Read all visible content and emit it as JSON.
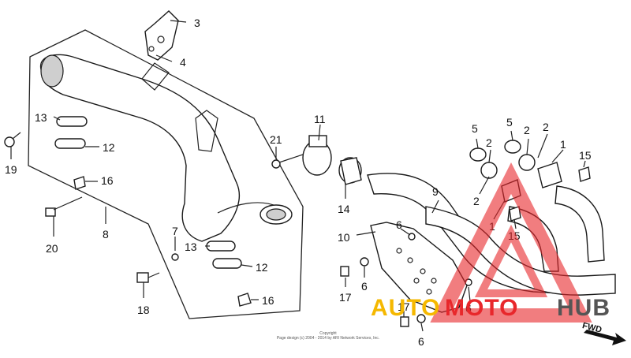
{
  "callouts": [
    "1",
    "1",
    "2",
    "2",
    "2",
    "3",
    "4",
    "5",
    "5",
    "6",
    "6",
    "6",
    "6",
    "7",
    "8",
    "9",
    "10",
    "11",
    "12",
    "12",
    "13",
    "13",
    "14",
    "15",
    "15",
    "16",
    "16",
    "17",
    "17",
    "18",
    "19",
    "20",
    "21"
  ],
  "direction_label": "FWD",
  "watermark": {
    "part1": "AUTO",
    "part2": "MOTO",
    "part3": "HUB",
    "colors": {
      "auto": "#f5b800",
      "moto": "#e8272b",
      "hub": "#555555",
      "triangle": "#e8272b"
    }
  },
  "copyright": {
    "line1": "Copyright",
    "line2": "Page design (c) 2004 - 2014 by ARI Network Services, Inc."
  }
}
